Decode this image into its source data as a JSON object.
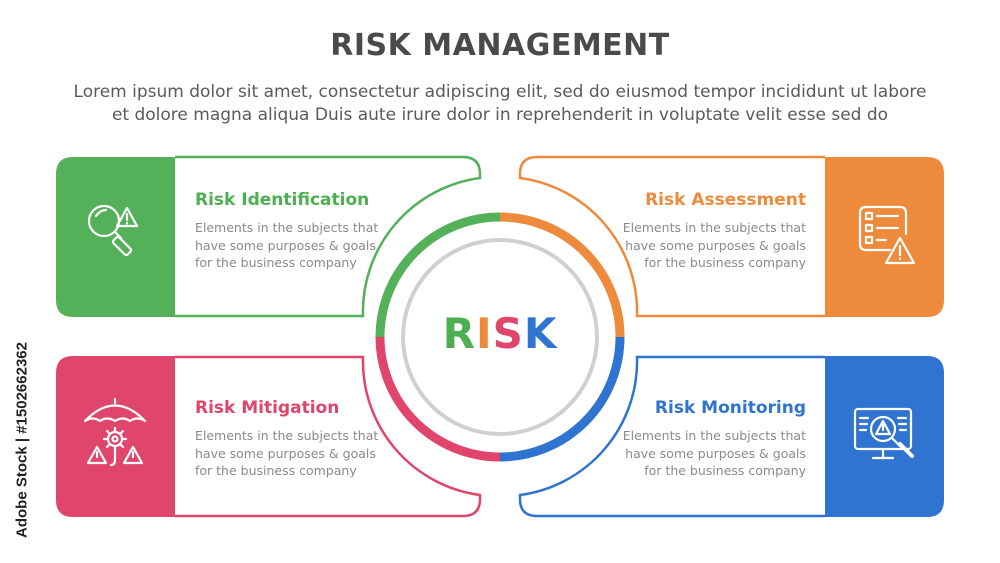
{
  "title": "RISK MANAGEMENT",
  "subtitle_line1": "Lorem ipsum dolor sit amet, consectetur adipiscing elit, sed do eiusmod tempor incididunt ut labore",
  "subtitle_line2": "et dolore magna aliqua Duis aute irure dolor in reprehenderit in voluptate velit esse sed do",
  "center": {
    "letters": [
      "R",
      "I",
      "S",
      "K"
    ],
    "letter_colors": [
      "#4caf50",
      "#ee8a3c",
      "#e0456b",
      "#2f74d0"
    ]
  },
  "colors": {
    "green": "#55b05a",
    "orange": "#ee8a3c",
    "pink": "#e0456b",
    "blue": "#2f74d0",
    "gray_ring": "#d0d0d0"
  },
  "cards": [
    {
      "heading": "Risk Identification",
      "body_lines": [
        "Elements in the subjects that",
        "have  some purposes & goals",
        "for the  business company"
      ],
      "color": "#55b05a",
      "icon": "magnifier-warning-icon"
    },
    {
      "heading": "Risk Assessment",
      "body_lines": [
        "Elements in the subjects that",
        "have  some purposes & goals",
        "for the  business company"
      ],
      "color": "#ee8a3c",
      "icon": "checklist-warning-icon"
    },
    {
      "heading": "Risk Mitigation",
      "body_lines": [
        "Elements in the subjects that",
        "have  some purposes & goals",
        "for the  business company"
      ],
      "color": "#e0456b",
      "icon": "umbrella-gear-warning-icon"
    },
    {
      "heading": "Risk Monitoring",
      "body_lines": [
        "Elements in the subjects that",
        "have  some purposes & goals",
        "for the  business company"
      ],
      "color": "#2f74d0",
      "icon": "monitor-warning-icon"
    }
  ],
  "side_credit": "Adobe Stock | #1502662362"
}
